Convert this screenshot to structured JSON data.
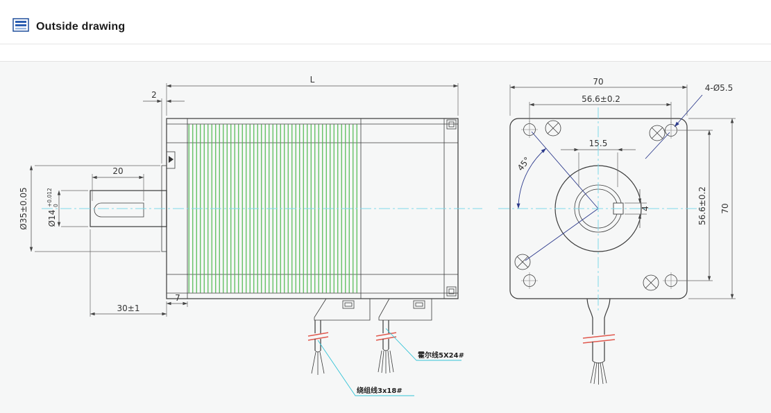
{
  "header": {
    "title": "Outside drawing"
  },
  "side_view": {
    "dim_length": "L",
    "dim_step": "2",
    "dim_flat_length": "20",
    "dim_boss_dia": "Ø35±0.05",
    "dim_shaft_dia": "Ø14",
    "dim_shaft_tol_upper": "+0.012",
    "dim_shaft_tol_lower": "0",
    "dim_shaft_length": "30±1",
    "dim_endcap_width": "7",
    "label_hall_cable": "霍尔线5X24#",
    "label_winding_cable": "绕组线3x18#"
  },
  "front_view": {
    "dim_width": "70",
    "dim_hole_pitch_h": "56.6±0.2",
    "dim_mount_holes": "4-Ø5.5",
    "dim_pilot": "15.5",
    "dim_angle": "45°",
    "dim_keyway": "4",
    "dim_hole_pitch_v": "56.6±0.2",
    "dim_height": "70"
  }
}
